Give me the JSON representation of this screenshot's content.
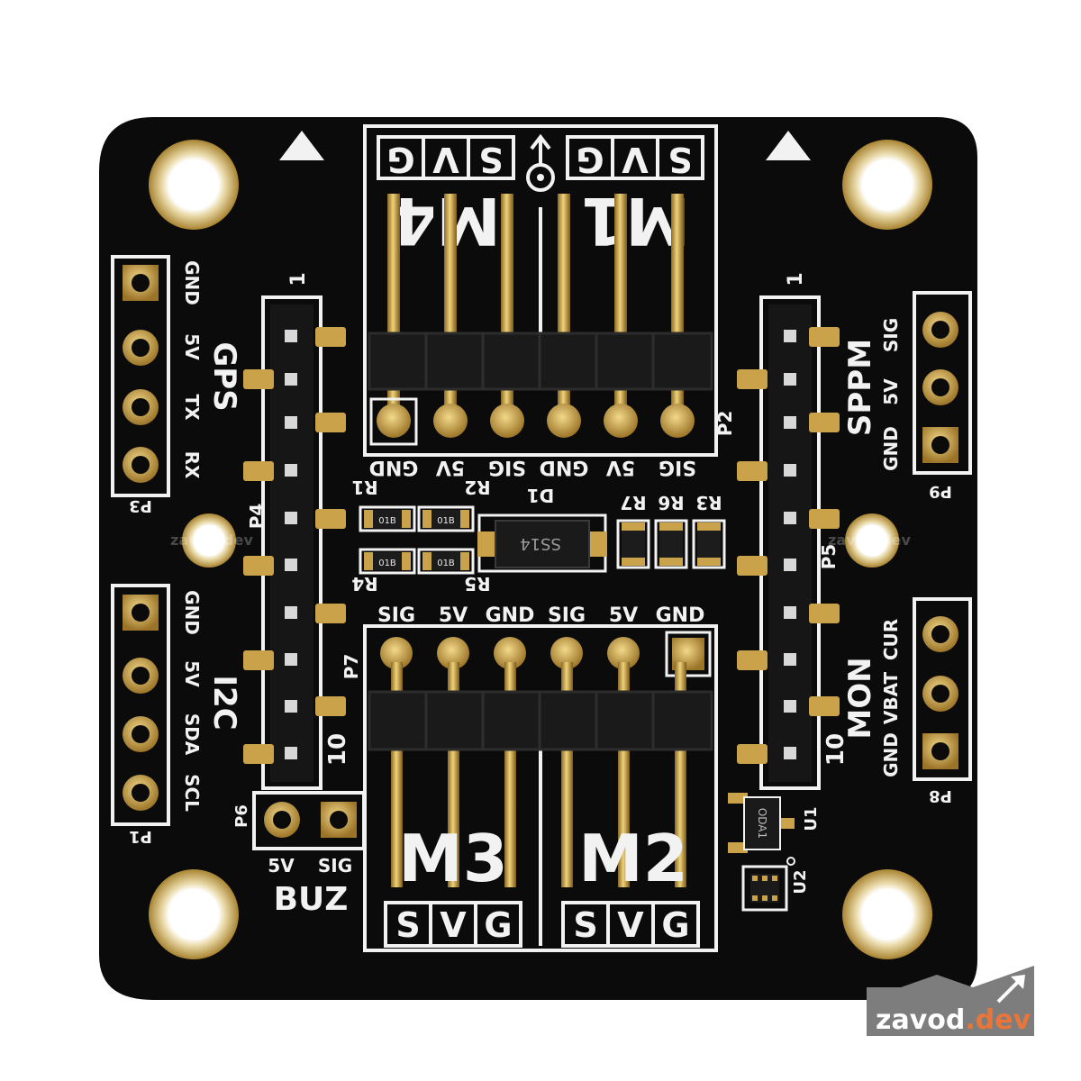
{
  "board": {
    "motor_top_left": "M4",
    "motor_top_right": "M1",
    "motor_bottom_left": "M3",
    "motor_bottom_right": "M2",
    "svg_letters": [
      "S",
      "V",
      "G"
    ],
    "top_pin_labels": [
      "GND",
      "5V",
      "SIG",
      "GND",
      "5V",
      "SIG"
    ],
    "bottom_pin_labels": [
      "SIG",
      "5V",
      "GND",
      "SIG",
      "5V",
      "GND"
    ],
    "gps": {
      "title": "GPS",
      "pins": [
        "GND",
        "5V",
        "TX",
        "RX"
      ],
      "ref": "P3"
    },
    "i2c": {
      "title": "I2C",
      "pins": [
        "GND",
        "5V",
        "SDA",
        "SCL"
      ],
      "ref": "P1"
    },
    "sppm": {
      "title": "SPPM",
      "pins": [
        "SIG",
        "5V",
        "GND"
      ],
      "ref": "P9"
    },
    "mon": {
      "title": "MON",
      "pins": [
        "CUR",
        "VBAT",
        "GND"
      ],
      "ref": "P8"
    },
    "buz": {
      "title": "BUZ",
      "pins": [
        "5V",
        "SIG"
      ],
      "ref": "P6"
    },
    "header_refs": {
      "left": "P4",
      "right": "P5",
      "top": "P2",
      "bottom": "P7"
    },
    "header_pin_1": "1",
    "header_pin_10": "10",
    "components": {
      "r1": "R1",
      "r2": "R2",
      "r4": "R4",
      "r5": "R5",
      "r6": "R6",
      "r7": "R7",
      "r3": "R3",
      "d1": "D1",
      "u1": "U1",
      "u2": "U2",
      "diode_marking": "SS14",
      "resistor_marking": "01B",
      "u1_marking": "ODA1"
    }
  },
  "watermark": {
    "part1": "zavod",
    "part2": ".dev",
    "faint": "zavod.dev"
  },
  "colors": {
    "pcb": "#0b0b0b",
    "silkscreen": "#f2f2f2",
    "gold": "#c9a24a",
    "header_plastic": "#1a1a1a",
    "watermark_bg": "#7d7d7d",
    "watermark_accent": "#e8753a"
  }
}
